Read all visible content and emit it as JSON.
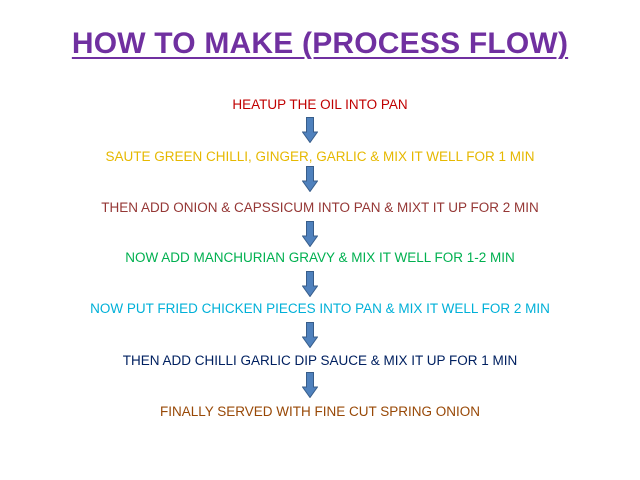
{
  "title": "HOW TO MAKE (PROCESS FLOW)",
  "colors": {
    "title": "#7030a0",
    "arrow_fill": "#4f81bd",
    "arrow_stroke": "#385d8a"
  },
  "steps": [
    {
      "text": "HEATUP THE OIL INTO PAN",
      "color": "#c00000"
    },
    {
      "text": "SAUTE GREEN CHILLI, GINGER, GARLIC & MIX IT WELL FOR 1 MIN",
      "color": "#e6b800"
    },
    {
      "text": "THEN ADD ONION & CAPSSICUM INTO PAN & MIXT IT UP FOR 2 MIN",
      "color": "#953735"
    },
    {
      "text": "NOW ADD MANCHURIAN GRAVY & MIX IT WELL FOR 1-2 MIN",
      "color": "#00b050"
    },
    {
      "text": "NOW PUT FRIED CHICKEN PIECES INTO PAN & MIX IT WELL FOR 2 MIN",
      "color": "#00b0d8"
    },
    {
      "text": "THEN ADD CHILLI GARLIC DIP SAUCE & MIX IT UP FOR 1 MIN",
      "color": "#002060"
    },
    {
      "text": "FINALLY SERVED WITH FINE CUT SPRING ONION",
      "color": "#984806"
    }
  ]
}
